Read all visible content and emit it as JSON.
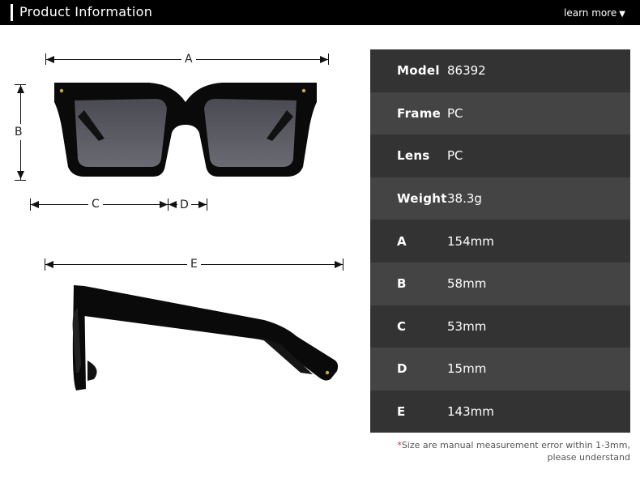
{
  "header": {
    "title": "Product Information",
    "learn_more": "learn more",
    "learn_more_icon": "triangle-down-icon"
  },
  "diagram": {
    "front_view": {
      "labels": {
        "A": "A",
        "B": "B",
        "C": "C",
        "D": "D"
      }
    },
    "side_view": {
      "labels": {
        "E": "E"
      }
    }
  },
  "specs": {
    "rows": [
      {
        "key": "Model",
        "value": "86392"
      },
      {
        "key": "Frame",
        "value": "PC"
      },
      {
        "key": "Lens",
        "value": "PC"
      },
      {
        "key": "Weight",
        "value": "38.3g"
      },
      {
        "key": "A",
        "value": "154mm"
      },
      {
        "key": "B",
        "value": "58mm"
      },
      {
        "key": "C",
        "value": "53mm"
      },
      {
        "key": "D",
        "value": "15mm"
      },
      {
        "key": "E",
        "value": "143mm"
      }
    ]
  },
  "note": {
    "star": "*",
    "line1": "Size are manual measurement error within 1-3mm,",
    "line2": "please understand"
  },
  "colors": {
    "row_dark": "#333333",
    "row_light": "#444444",
    "accent_star": "#e0262b"
  }
}
